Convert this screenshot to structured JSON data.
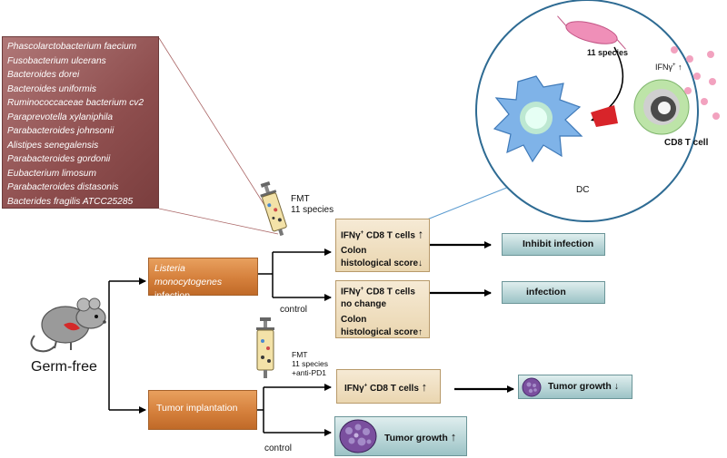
{
  "species": [
    "Phascolarctobacterium faecium",
    "Fusobacterium ulcerans",
    "Bacteroides dorei",
    "Bacteroides uniformis",
    "Ruminococcaceae bacterium cv2",
    "Paraprevotella xylaniphila",
    "Parabacteroides johnsonii",
    "Alistipes senegalensis",
    "Parabacteroides gordonii",
    "Eubacterium limosum",
    "Parabacteroides distasonis",
    "Bacterides fragilis ATCC25285"
  ],
  "mouse_label": "Germ-free",
  "listeria": {
    "line1": "Listeria monocytogenes",
    "line2": "infection"
  },
  "tumor_box": "Tumor implantation",
  "fmt_top": {
    "line1": "FMT",
    "line2": "11 species"
  },
  "fmt_bottom": {
    "line1": "FMT",
    "line2": "11 species",
    "line3": "+anti-PD1"
  },
  "control_label_top": "control",
  "control_label_bottom": "control",
  "result_fmt": {
    "prefix": "IFNγ",
    "sup": "+",
    "cd8": " CD8 T cells",
    "arrow": "↑",
    "colon": "Colon",
    "score": "histological score",
    "score_arrow": "↓"
  },
  "result_control": {
    "prefix": "IFNγ",
    "sup": "+",
    "cd8": " CD8 T cells",
    "nochange": "no change",
    "colon": "Colon",
    "score": "histological score",
    "score_arrow": "↑"
  },
  "outcome_inhibit": "Inhibit infection",
  "outcome_infection": "infection",
  "tumor_fmt_result": {
    "prefix": "IFNγ",
    "sup": "+",
    "cd8": " CD8 T cells",
    "arrow": "↑"
  },
  "tumor_growth_down": {
    "text": "Tumor growth",
    "arrow": "↓"
  },
  "tumor_growth_up": {
    "text": "Tumor growth",
    "arrow": "↑"
  },
  "circle": {
    "species_label": "11 species",
    "ifn_prefix": "IFNγ",
    "ifn_sup": "+",
    "ifn_arrow": "↑",
    "dc_label": "DC",
    "cd8_label": "CD8 T cell"
  },
  "colors": {
    "species_box": "#8e4e4e",
    "orange_box": "#d5803c",
    "beige_box": "#ead6b0",
    "teal_box": "#9cc3c6",
    "circle_stroke": "#2e6b93",
    "zoom_lines": "#5a9bd0"
  }
}
